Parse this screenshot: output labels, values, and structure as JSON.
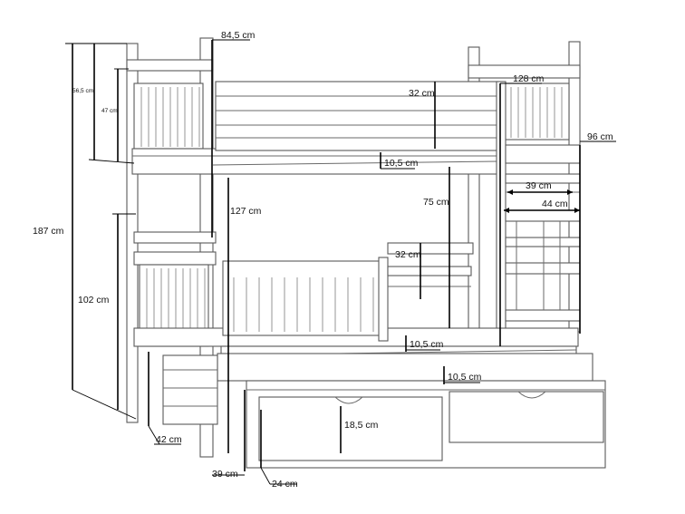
{
  "dimensions": {
    "total_height": "187 cm",
    "top_section_height": "56,5 cm",
    "top_guard_height": "47 cm",
    "lower_section_height": "102 cm",
    "clearance_between_beds": "127 cm",
    "upper_sleep_height": "75 cm",
    "top_panel_height": "32 cm",
    "lower_panel_height": "32 cm",
    "width_top": "84,5 cm",
    "upper_rail_height": "10,5 cm",
    "lower_rail_height": "10,5 cm",
    "trundle_rail_height": "10,5 cm",
    "ladder_height": "128 cm",
    "ladder_width": "96 cm",
    "ladder_step_inner": "39 cm",
    "ladder_step_outer": "44 cm",
    "drawer_height": "18,5 cm",
    "leg_width": "42 cm",
    "bottom_depth": "39 cm",
    "drawer_depth": "24 cm"
  }
}
